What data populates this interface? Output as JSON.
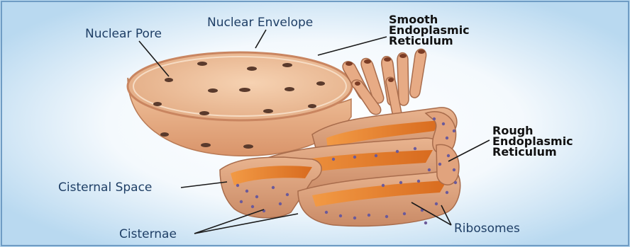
{
  "labels": {
    "nuclear_pore": "Nuclear Pore",
    "nuclear_envelope": "Nuclear Envelope",
    "smooth_er": [
      "Smooth",
      "Endoplasmic",
      "Reticulum"
    ],
    "rough_er": [
      "Rough",
      "Endoplasmic",
      "Reticulum"
    ],
    "cisternal_space": "Cisternal Space",
    "cisternae": "Cisternae",
    "ribosomes": "Ribosomes"
  },
  "colors": {
    "background_glow": "#cfe6f6",
    "membrane": "#d9a07a",
    "membrane_light": "#f0c9a6",
    "lumen": "#e8822e",
    "ribosome": "#6b5a9a",
    "leader_line": "#1a1a1a",
    "label_blue": "#1f3f66"
  }
}
